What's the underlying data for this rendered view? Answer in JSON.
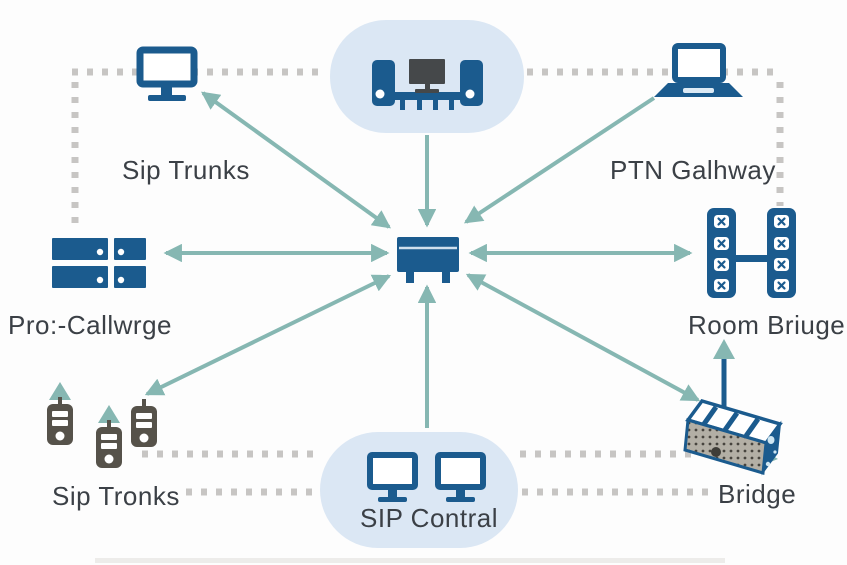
{
  "diagram": {
    "type": "network-topology",
    "labels": {
      "sip_trunks": "Sip Trunks",
      "ptn_gateway": "PTN Galhway",
      "pro_callwrge": "Pro:-Callwrge",
      "room_bridge": "Room Briuge",
      "sip_tronks": "Sip Tronks",
      "sip_central": "SIP Contral",
      "bridge": "Bridge"
    },
    "colors": {
      "primary_blue": "#1b5b8e",
      "arrow_teal": "#86b7b2",
      "pill_background": "#dbe7f4",
      "dotted_gray": "#c7c5c3",
      "icon_dark_gray": "#56524a",
      "monitor_dark": "#45484a",
      "label_text": "#3b4046",
      "device_face_gray": "#b3afa5",
      "page_bg": "#fdfdfd"
    },
    "nodes": [
      {
        "id": "conference-system",
        "icon": "speaker-rack-icon",
        "label": "",
        "shape": "pill"
      },
      {
        "id": "desktop",
        "icon": "desktop-monitor-icon",
        "label": "Sip Trunks"
      },
      {
        "id": "laptop",
        "icon": "laptop-icon",
        "label": "PTN Galhway"
      },
      {
        "id": "server-stack",
        "icon": "server-stack-icon",
        "label": "Pro:-Callwrge"
      },
      {
        "id": "central-hub",
        "icon": "network-switch-icon",
        "label": ""
      },
      {
        "id": "port-towers",
        "icon": "port-tower-icon",
        "label": "Room Briuge"
      },
      {
        "id": "phone-towers",
        "icon": "phone-tower-icon",
        "label": "Sip Tronks"
      },
      {
        "id": "sip-central",
        "icon": "dual-monitor-icon",
        "label": "SIP Contral",
        "shape": "pill"
      },
      {
        "id": "bridge-device",
        "icon": "router-box-icon",
        "label": "Bridge"
      }
    ],
    "connections": [
      {
        "from": "conference-system",
        "to": "central-hub",
        "style": "solid-arrow",
        "heads": "to"
      },
      {
        "from": "desktop",
        "to": "central-hub",
        "style": "solid-arrow",
        "heads": "both"
      },
      {
        "from": "laptop",
        "to": "central-hub",
        "style": "solid-arrow",
        "heads": "to"
      },
      {
        "from": "server-stack",
        "to": "central-hub",
        "style": "solid-arrow",
        "heads": "both"
      },
      {
        "from": "central-hub",
        "to": "port-towers",
        "style": "solid-arrow",
        "heads": "both"
      },
      {
        "from": "phone-towers",
        "to": "central-hub",
        "style": "solid-arrow",
        "heads": "both"
      },
      {
        "from": "sip-central",
        "to": "central-hub",
        "style": "solid-arrow",
        "heads": "to"
      },
      {
        "from": "central-hub",
        "to": "bridge-device",
        "style": "solid-arrow",
        "heads": "both"
      },
      {
        "from": "bridge-device",
        "to": "room-bridge-label",
        "style": "solid-arrow",
        "heads": "to"
      },
      {
        "from": "desktop",
        "to": "conference-system",
        "style": "dotted"
      },
      {
        "from": "desktop",
        "to": "server-stack",
        "style": "dotted"
      },
      {
        "from": "conference-system",
        "to": "laptop",
        "style": "dotted"
      },
      {
        "from": "laptop",
        "to": "port-towers",
        "style": "dotted"
      },
      {
        "from": "phone-towers",
        "to": "sip-central",
        "style": "dotted"
      },
      {
        "from": "sip-central",
        "to": "bridge-device",
        "style": "dotted"
      }
    ]
  }
}
